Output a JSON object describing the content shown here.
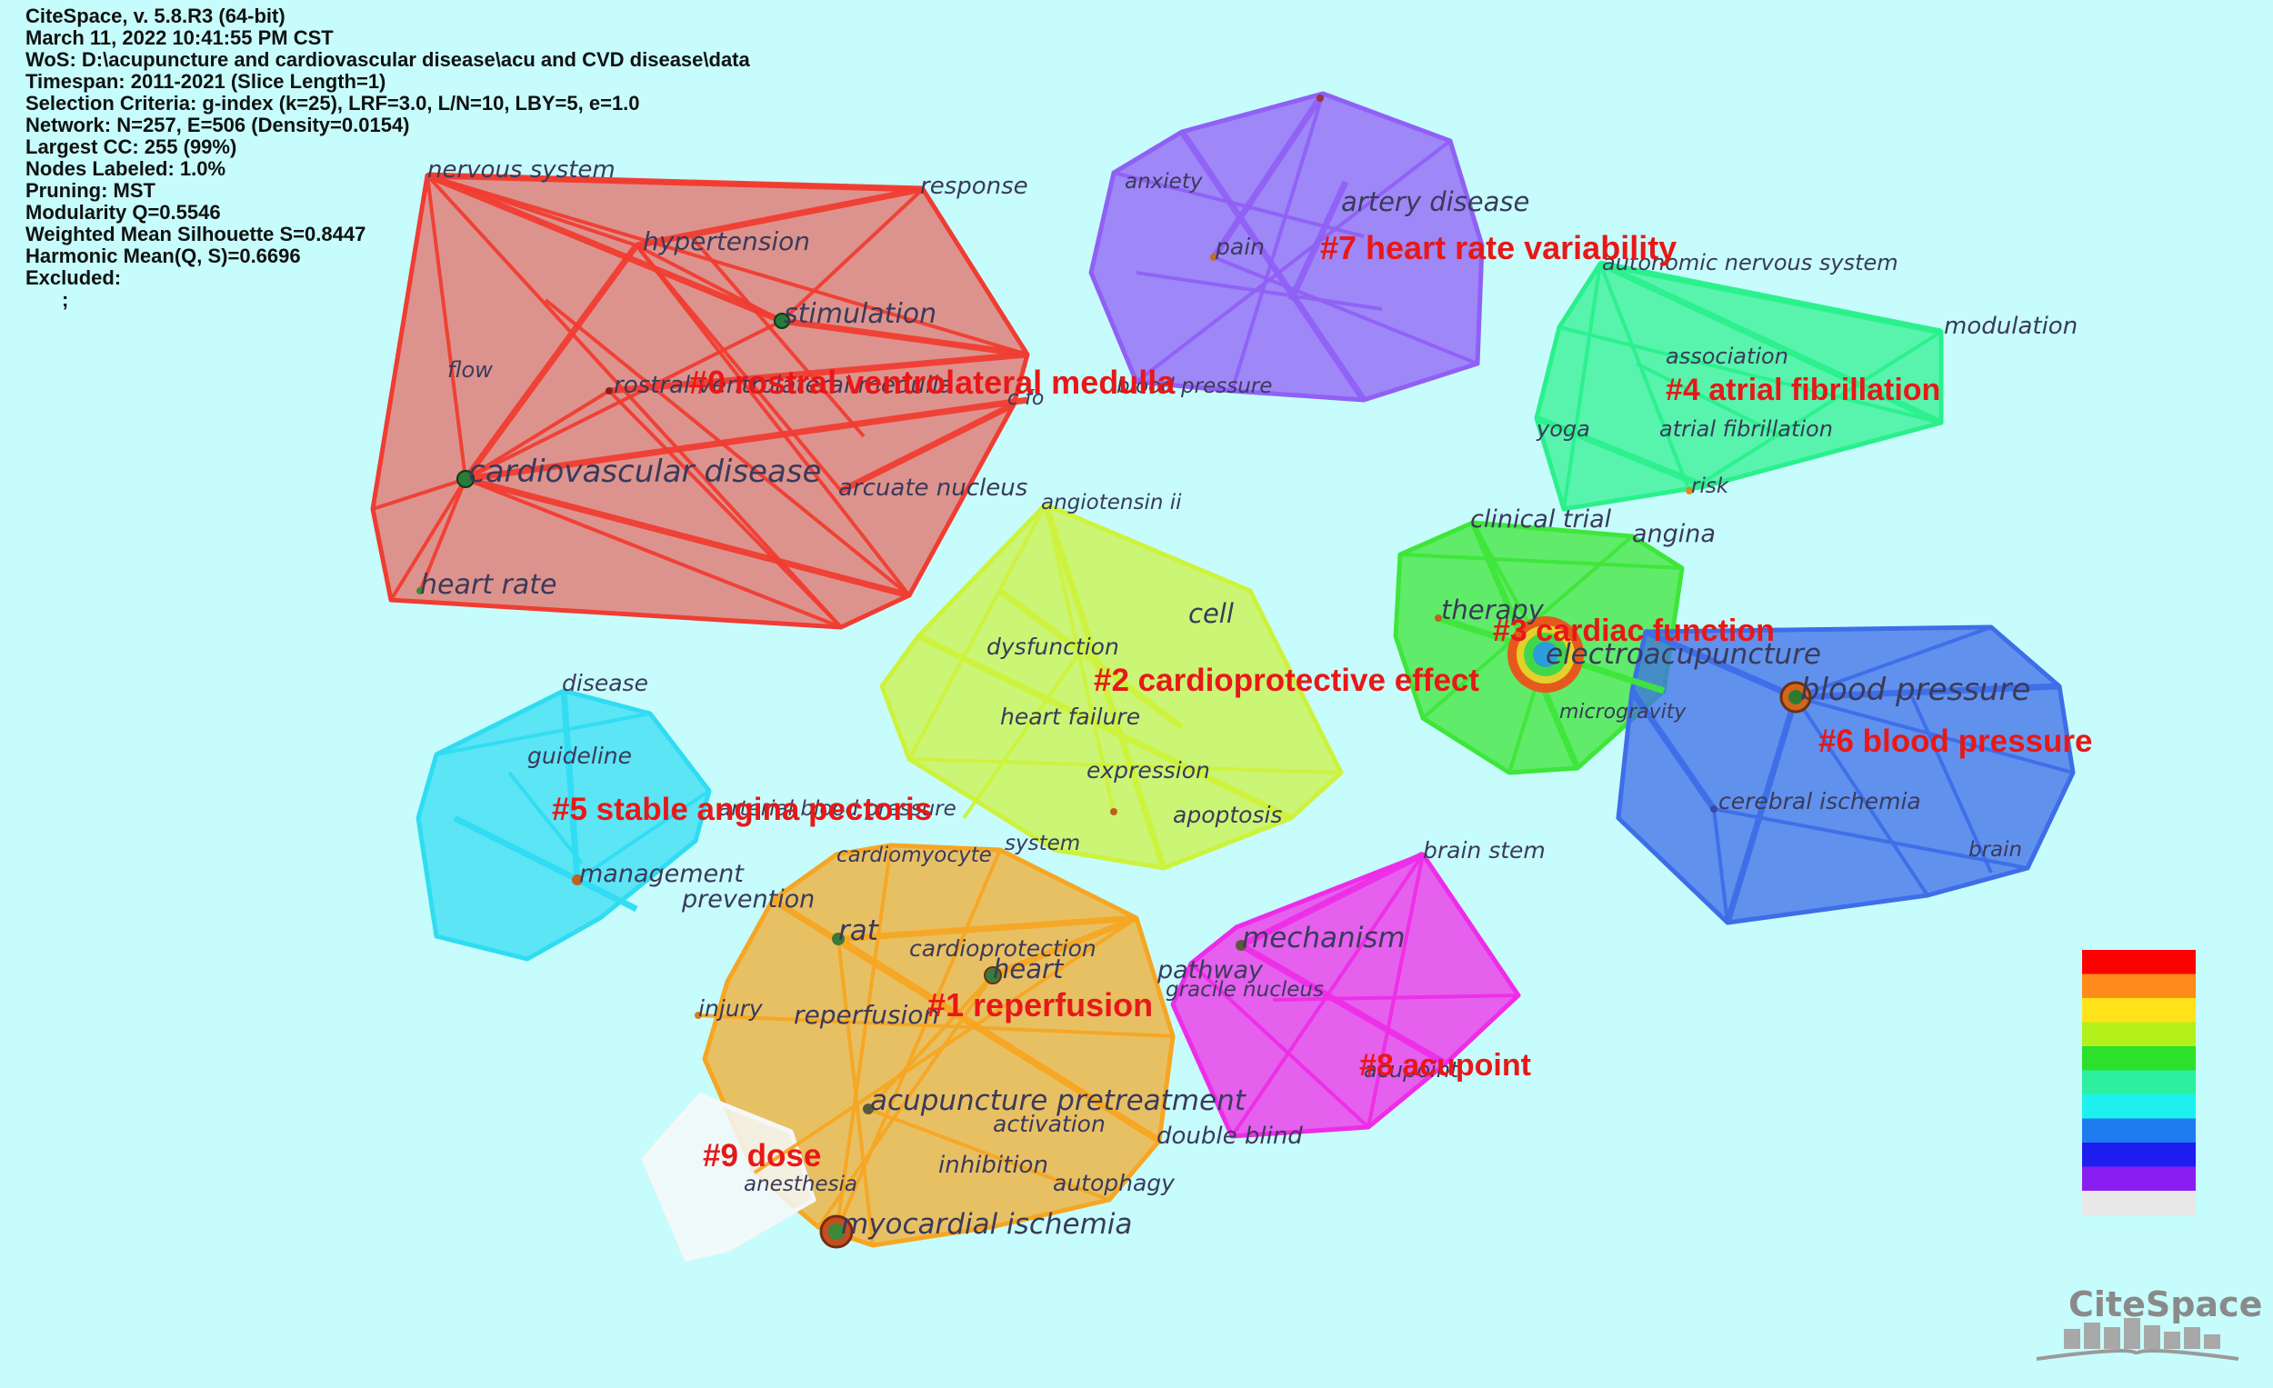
{
  "header": {
    "lines": [
      "CiteSpace, v. 5.8.R3 (64-bit)",
      "March 11, 2022 10:41:55 PM CST",
      "WoS: D:\\acupuncture and cardiovascular disease\\acu and CVD disease\\data",
      "Timespan: 2011-2021 (Slice Length=1)",
      "Selection Criteria: g-index (k=25), LRF=3.0, L/N=10, LBY=5, e=1.0",
      "Network: N=257, E=506 (Density=0.0154)",
      "Largest CC: 255 (99%)",
      "Nodes Labeled: 1.0%",
      "Pruning: MST",
      "Modularity Q=0.5546",
      "Weighted Mean Silhouette S=0.8447",
      "Harmonic Mean(Q, S)=0.6696",
      "Excluded:",
      ";"
    ]
  },
  "clusters": [
    {
      "id": "c0",
      "label": "#0 rostral ventrolateral medulla",
      "color": "#f03c32",
      "fill_opacity": 0.55
    },
    {
      "id": "c1",
      "label": "#1 reperfusion",
      "color": "#f6a623",
      "fill_opacity": 0.7
    },
    {
      "id": "c2",
      "label": "#2 cardioprotective effect",
      "color": "#cdf23c",
      "fill_opacity": 0.7
    },
    {
      "id": "c3",
      "label": "#3 cardiac function",
      "color": "#3ee63a",
      "fill_opacity": 0.75
    },
    {
      "id": "c4",
      "label": "#4 atrial fibrillation",
      "color": "#2af08c",
      "fill_opacity": 0.7
    },
    {
      "id": "c5",
      "label": "#5 stable angina pectoris",
      "color": "#2fdcf2",
      "fill_opacity": 0.7
    },
    {
      "id": "c6",
      "label": "#6 blood pressure",
      "color": "#3d6ee8",
      "fill_opacity": 0.75
    },
    {
      "id": "c7",
      "label": "#7 heart rate variability",
      "color": "#9060f5",
      "fill_opacity": 0.75
    },
    {
      "id": "c8",
      "label": "#8 acupoint",
      "color": "#ee2ce8",
      "fill_opacity": 0.75
    },
    {
      "id": "c9",
      "label": "#9 dose",
      "color": "#f4f8f8",
      "fill_opacity": 0.85
    }
  ],
  "keywords": [
    "nervous system",
    "response",
    "hypertension",
    "stimulation",
    "flow",
    "rostral ventrolateral medulla",
    "c fo",
    "cardiovascular disease",
    "arcuate nucleus",
    "heart rate",
    "anxiety",
    "artery disease",
    "pain",
    "blood pressure",
    "autonomic nervous system",
    "modulation",
    "association",
    "yoga",
    "atrial fibrillation",
    "risk",
    "angiotensin ii",
    "cell",
    "dysfunction",
    "heart failure",
    "expression",
    "apoptosis",
    "system",
    "clinical trial",
    "angina",
    "therapy",
    "electroacupuncture",
    "microgravity",
    "blood pressure",
    "cerebral ischemia",
    "brain",
    "disease",
    "guideline",
    "arterial blood pressure",
    "management",
    "prevention",
    "brain stem",
    "mechanism",
    "pathway",
    "gracile nucleus",
    "acupoint",
    "cardiomyocyte",
    "rat",
    "cardioprotection",
    "heart",
    "injury",
    "reperfusion",
    "acupuncture pretreatment",
    "activation",
    "double blind",
    "inhibition",
    "autophagy",
    "anesthesia",
    "myocardial ischemia"
  ],
  "legend": {
    "colors": [
      "#ff0000",
      "#ff8a1a",
      "#ffe21a",
      "#b4f01a",
      "#2ce02c",
      "#2cf0a0",
      "#1ef0f0",
      "#1e7cf0",
      "#1e1ef0",
      "#8a1ef0",
      "#e8e8e8"
    ]
  },
  "logo": {
    "text": "CiteSpace"
  }
}
